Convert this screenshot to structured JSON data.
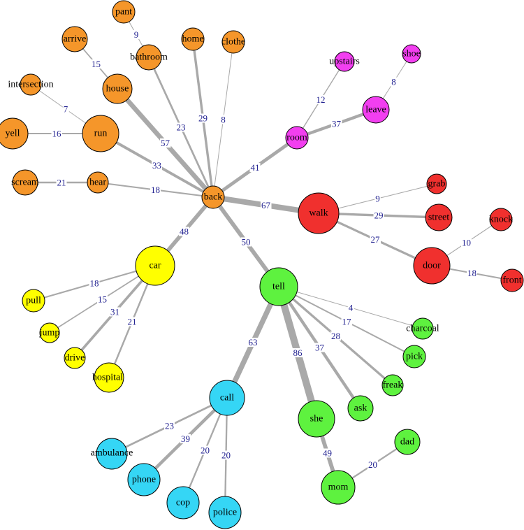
{
  "colors": {
    "orange": "#f5962a",
    "magenta": "#f23ff0",
    "red": "#f0302e",
    "yellow": "#ffff00",
    "green": "#5ef23f",
    "cyan": "#35d6f5",
    "edge": "#a9a9a9",
    "weight_text": "#1f1f8f"
  },
  "nodes": [
    {
      "id": "back",
      "label": "back",
      "group": "orange"
    },
    {
      "id": "pant",
      "label": "pant",
      "group": "orange"
    },
    {
      "id": "arrive",
      "label": "arrive",
      "group": "orange"
    },
    {
      "id": "bathroom",
      "label": "bathroom",
      "group": "orange"
    },
    {
      "id": "home",
      "label": "home",
      "group": "orange"
    },
    {
      "id": "clothe",
      "label": "clothe",
      "group": "orange"
    },
    {
      "id": "intersection",
      "label": "intersection",
      "group": "orange"
    },
    {
      "id": "house",
      "label": "house",
      "group": "orange"
    },
    {
      "id": "yell",
      "label": "yell",
      "group": "orange"
    },
    {
      "id": "run",
      "label": "run",
      "group": "orange"
    },
    {
      "id": "scream",
      "label": "scream",
      "group": "orange"
    },
    {
      "id": "hear",
      "label": "hear",
      "group": "orange"
    },
    {
      "id": "upstairs",
      "label": "upstairs",
      "group": "magenta"
    },
    {
      "id": "shoe",
      "label": "shoe",
      "group": "magenta"
    },
    {
      "id": "leave",
      "label": "leave",
      "group": "magenta"
    },
    {
      "id": "room",
      "label": "room",
      "group": "magenta"
    },
    {
      "id": "walk",
      "label": "walk",
      "group": "red"
    },
    {
      "id": "grab",
      "label": "grab",
      "group": "red"
    },
    {
      "id": "street",
      "label": "street",
      "group": "red"
    },
    {
      "id": "knock",
      "label": "knock",
      "group": "red"
    },
    {
      "id": "door",
      "label": "door",
      "group": "red"
    },
    {
      "id": "front",
      "label": "front",
      "group": "red"
    },
    {
      "id": "car",
      "label": "car",
      "group": "yellow"
    },
    {
      "id": "pull",
      "label": "pull",
      "group": "yellow"
    },
    {
      "id": "jump",
      "label": "jump",
      "group": "yellow"
    },
    {
      "id": "drive",
      "label": "drive",
      "group": "yellow"
    },
    {
      "id": "hospital",
      "label": "hospital",
      "group": "yellow"
    },
    {
      "id": "tell",
      "label": "tell",
      "group": "green"
    },
    {
      "id": "charcoal",
      "label": "charcoal",
      "group": "green"
    },
    {
      "id": "pick",
      "label": "pick",
      "group": "green"
    },
    {
      "id": "freak",
      "label": "freak",
      "group": "green"
    },
    {
      "id": "ask",
      "label": "ask",
      "group": "green"
    },
    {
      "id": "she",
      "label": "she",
      "group": "green"
    },
    {
      "id": "dad",
      "label": "dad",
      "group": "green"
    },
    {
      "id": "mom",
      "label": "mom",
      "group": "green"
    },
    {
      "id": "call",
      "label": "call",
      "group": "cyan"
    },
    {
      "id": "ambulance",
      "label": "ambulance",
      "group": "cyan"
    },
    {
      "id": "phone",
      "label": "phone",
      "group": "cyan"
    },
    {
      "id": "cop",
      "label": "cop",
      "group": "cyan"
    },
    {
      "id": "police",
      "label": "police",
      "group": "cyan"
    }
  ],
  "edges": [
    {
      "source": "back",
      "target": "bathroom",
      "weight": 23
    },
    {
      "source": "back",
      "target": "home",
      "weight": 29
    },
    {
      "source": "back",
      "target": "clothe",
      "weight": 8
    },
    {
      "source": "back",
      "target": "house",
      "weight": 57
    },
    {
      "source": "back",
      "target": "run",
      "weight": 33
    },
    {
      "source": "back",
      "target": "hear",
      "weight": 18
    },
    {
      "source": "back",
      "target": "room",
      "weight": 41
    },
    {
      "source": "back",
      "target": "walk",
      "weight": 67
    },
    {
      "source": "back",
      "target": "car",
      "weight": 48
    },
    {
      "source": "back",
      "target": "tell",
      "weight": 50
    },
    {
      "source": "pant",
      "target": "bathroom",
      "weight": 9
    },
    {
      "source": "arrive",
      "target": "house",
      "weight": 15
    },
    {
      "source": "intersection",
      "target": "run",
      "weight": 7
    },
    {
      "source": "yell",
      "target": "run",
      "weight": 16
    },
    {
      "source": "scream",
      "target": "hear",
      "weight": 21
    },
    {
      "source": "room",
      "target": "upstairs",
      "weight": 12
    },
    {
      "source": "room",
      "target": "leave",
      "weight": 37
    },
    {
      "source": "leave",
      "target": "shoe",
      "weight": 8
    },
    {
      "source": "walk",
      "target": "grab",
      "weight": 9
    },
    {
      "source": "walk",
      "target": "street",
      "weight": 29
    },
    {
      "source": "walk",
      "target": "door",
      "weight": 27
    },
    {
      "source": "door",
      "target": "knock",
      "weight": 10
    },
    {
      "source": "door",
      "target": "front",
      "weight": 18
    },
    {
      "source": "car",
      "target": "pull",
      "weight": 18
    },
    {
      "source": "car",
      "target": "jump",
      "weight": 15
    },
    {
      "source": "car",
      "target": "drive",
      "weight": 31
    },
    {
      "source": "car",
      "target": "hospital",
      "weight": 21
    },
    {
      "source": "tell",
      "target": "charcoal",
      "weight": 4
    },
    {
      "source": "tell",
      "target": "pick",
      "weight": 17
    },
    {
      "source": "tell",
      "target": "freak",
      "weight": 28
    },
    {
      "source": "tell",
      "target": "ask",
      "weight": 37
    },
    {
      "source": "tell",
      "target": "she",
      "weight": 86
    },
    {
      "source": "tell",
      "target": "call",
      "weight": 63
    },
    {
      "source": "she",
      "target": "mom",
      "weight": 49
    },
    {
      "source": "mom",
      "target": "dad",
      "weight": 20
    },
    {
      "source": "call",
      "target": "ambulance",
      "weight": 23
    },
    {
      "source": "call",
      "target": "phone",
      "weight": 39
    },
    {
      "source": "call",
      "target": "cop",
      "weight": 20
    },
    {
      "source": "call",
      "target": "police",
      "weight": 20
    }
  ]
}
